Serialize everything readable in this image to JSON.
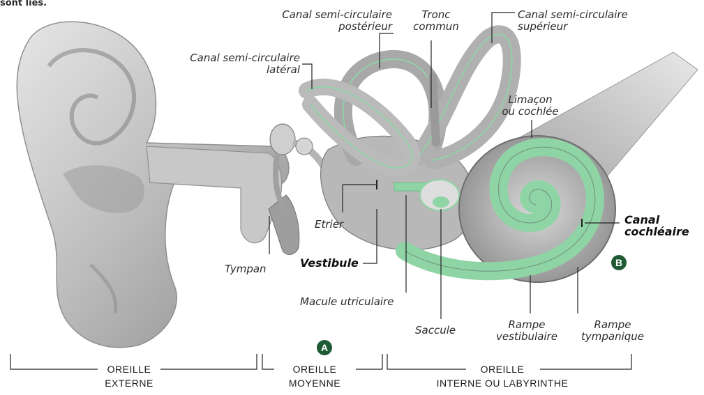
{
  "header": {
    "partial_text": "sont liés."
  },
  "labels": {
    "canal_posterieur": [
      "Canal semi-circulaire",
      "postérieur"
    ],
    "tronc_commun": [
      "Tronc",
      "commun"
    ],
    "canal_superieur": [
      "Canal semi-circulaire",
      "supérieur"
    ],
    "canal_lateral": [
      "Canal semi-circulaire",
      "latéral"
    ],
    "limacon": [
      "Limaçon",
      "ou cochlée"
    ],
    "canal_cochleaire": [
      "Canal",
      "cochléaire"
    ],
    "etrier": "Etrier",
    "vestibule": "Vestibule",
    "tympan": "Tympan",
    "macule": "Macule utriculaire",
    "saccule": "Saccule",
    "rampe_vestibulaire": [
      "Rampe",
      "vestibulaire"
    ],
    "rampe_tympanique": [
      "Rampe",
      "tympanique"
    ]
  },
  "badges": {
    "a": "A",
    "b": "B"
  },
  "sections": {
    "externe": [
      "OREILLE",
      "EXTERNE"
    ],
    "moyenne": [
      "OREILLE",
      "MOYENNE"
    ],
    "interne": [
      "OREILLE",
      "INTERNE OU LABYRINTHE"
    ]
  },
  "colors": {
    "accent_green": "#8fd4a5",
    "badge": "#1e5a33",
    "grey": "#8a8a8a"
  }
}
